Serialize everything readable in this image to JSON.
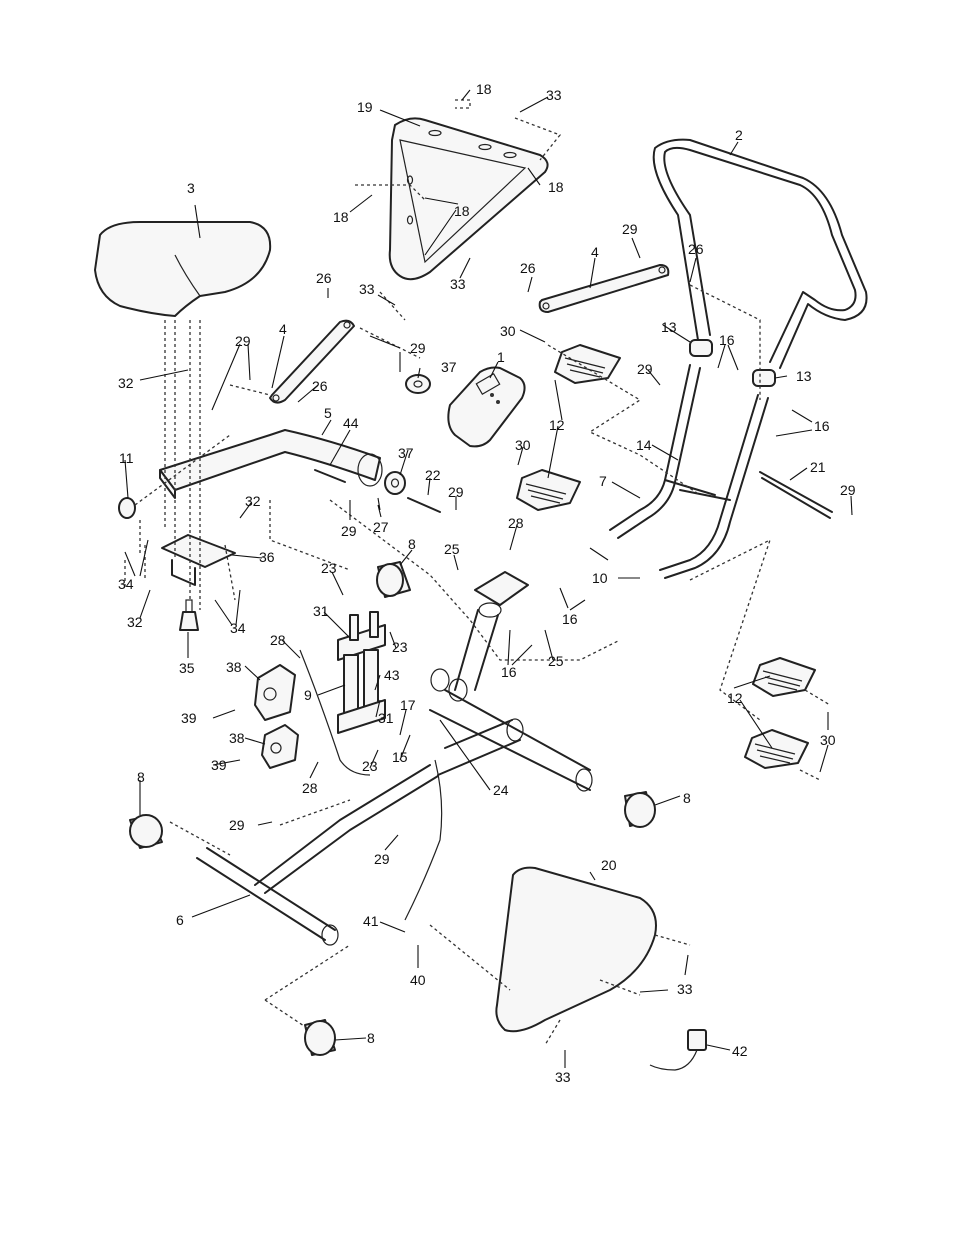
{
  "callouts": [
    {
      "id": "c-1",
      "label": "1"
    },
    {
      "id": "c-2",
      "label": "2"
    },
    {
      "id": "c-3",
      "label": "3"
    },
    {
      "id": "c-4a",
      "label": "4"
    },
    {
      "id": "c-4b",
      "label": "4"
    },
    {
      "id": "c-5",
      "label": "5"
    },
    {
      "id": "c-6",
      "label": "6"
    },
    {
      "id": "c-7",
      "label": "7"
    },
    {
      "id": "c-8a",
      "label": "8"
    },
    {
      "id": "c-8b",
      "label": "8"
    },
    {
      "id": "c-8c",
      "label": "8"
    },
    {
      "id": "c-8d",
      "label": "8"
    },
    {
      "id": "c-9",
      "label": "9"
    },
    {
      "id": "c-10",
      "label": "10"
    },
    {
      "id": "c-11",
      "label": "11"
    },
    {
      "id": "c-12a",
      "label": "12"
    },
    {
      "id": "c-12b",
      "label": "12"
    },
    {
      "id": "c-13a",
      "label": "13"
    },
    {
      "id": "c-13b",
      "label": "13"
    },
    {
      "id": "c-14",
      "label": "14"
    },
    {
      "id": "c-15",
      "label": "15"
    },
    {
      "id": "c-16a",
      "label": "16"
    },
    {
      "id": "c-16b",
      "label": "16"
    },
    {
      "id": "c-16c",
      "label": "16"
    },
    {
      "id": "c-16d",
      "label": "16"
    },
    {
      "id": "c-17",
      "label": "17"
    },
    {
      "id": "c-18a",
      "label": "18"
    },
    {
      "id": "c-18b",
      "label": "18"
    },
    {
      "id": "c-18c",
      "label": "18"
    },
    {
      "id": "c-18d",
      "label": "18"
    },
    {
      "id": "c-19",
      "label": "19"
    },
    {
      "id": "c-20",
      "label": "20"
    },
    {
      "id": "c-21",
      "label": "21"
    },
    {
      "id": "c-22",
      "label": "22"
    },
    {
      "id": "c-23a",
      "label": "23"
    },
    {
      "id": "c-23b",
      "label": "23"
    },
    {
      "id": "c-23c",
      "label": "23"
    },
    {
      "id": "c-24",
      "label": "24"
    },
    {
      "id": "c-25a",
      "label": "25"
    },
    {
      "id": "c-25b",
      "label": "25"
    },
    {
      "id": "c-26a",
      "label": "26"
    },
    {
      "id": "c-26b",
      "label": "26"
    },
    {
      "id": "c-26c",
      "label": "26"
    },
    {
      "id": "c-26d",
      "label": "26"
    },
    {
      "id": "c-27",
      "label": "27"
    },
    {
      "id": "c-28a",
      "label": "28"
    },
    {
      "id": "c-28b",
      "label": "28"
    },
    {
      "id": "c-28c",
      "label": "28"
    },
    {
      "id": "c-29a",
      "label": "29"
    },
    {
      "id": "c-29b",
      "label": "29"
    },
    {
      "id": "c-29c",
      "label": "29"
    },
    {
      "id": "c-29d",
      "label": "29"
    },
    {
      "id": "c-29e",
      "label": "29"
    },
    {
      "id": "c-29f",
      "label": "29"
    },
    {
      "id": "c-29g",
      "label": "29"
    },
    {
      "id": "c-29h",
      "label": "29"
    },
    {
      "id": "c-29i",
      "label": "29"
    },
    {
      "id": "c-30a",
      "label": "30"
    },
    {
      "id": "c-30b",
      "label": "30"
    },
    {
      "id": "c-30c",
      "label": "30"
    },
    {
      "id": "c-31a",
      "label": "31"
    },
    {
      "id": "c-31b",
      "label": "31"
    },
    {
      "id": "c-32a",
      "label": "32"
    },
    {
      "id": "c-32b",
      "label": "32"
    },
    {
      "id": "c-32c",
      "label": "32"
    },
    {
      "id": "c-33a",
      "label": "33"
    },
    {
      "id": "c-33b",
      "label": "33"
    },
    {
      "id": "c-33c",
      "label": "33"
    },
    {
      "id": "c-33d",
      "label": "33"
    },
    {
      "id": "c-33e",
      "label": "33"
    },
    {
      "id": "c-34a",
      "label": "34"
    },
    {
      "id": "c-34b",
      "label": "34"
    },
    {
      "id": "c-35",
      "label": "35"
    },
    {
      "id": "c-36",
      "label": "36"
    },
    {
      "id": "c-37a",
      "label": "37"
    },
    {
      "id": "c-37b",
      "label": "37"
    },
    {
      "id": "c-38a",
      "label": "38"
    },
    {
      "id": "c-38b",
      "label": "38"
    },
    {
      "id": "c-39a",
      "label": "39"
    },
    {
      "id": "c-39b",
      "label": "39"
    },
    {
      "id": "c-40",
      "label": "40"
    },
    {
      "id": "c-41",
      "label": "41"
    },
    {
      "id": "c-42",
      "label": "42"
    },
    {
      "id": "c-43",
      "label": "43"
    },
    {
      "id": "c-44",
      "label": "44"
    }
  ]
}
